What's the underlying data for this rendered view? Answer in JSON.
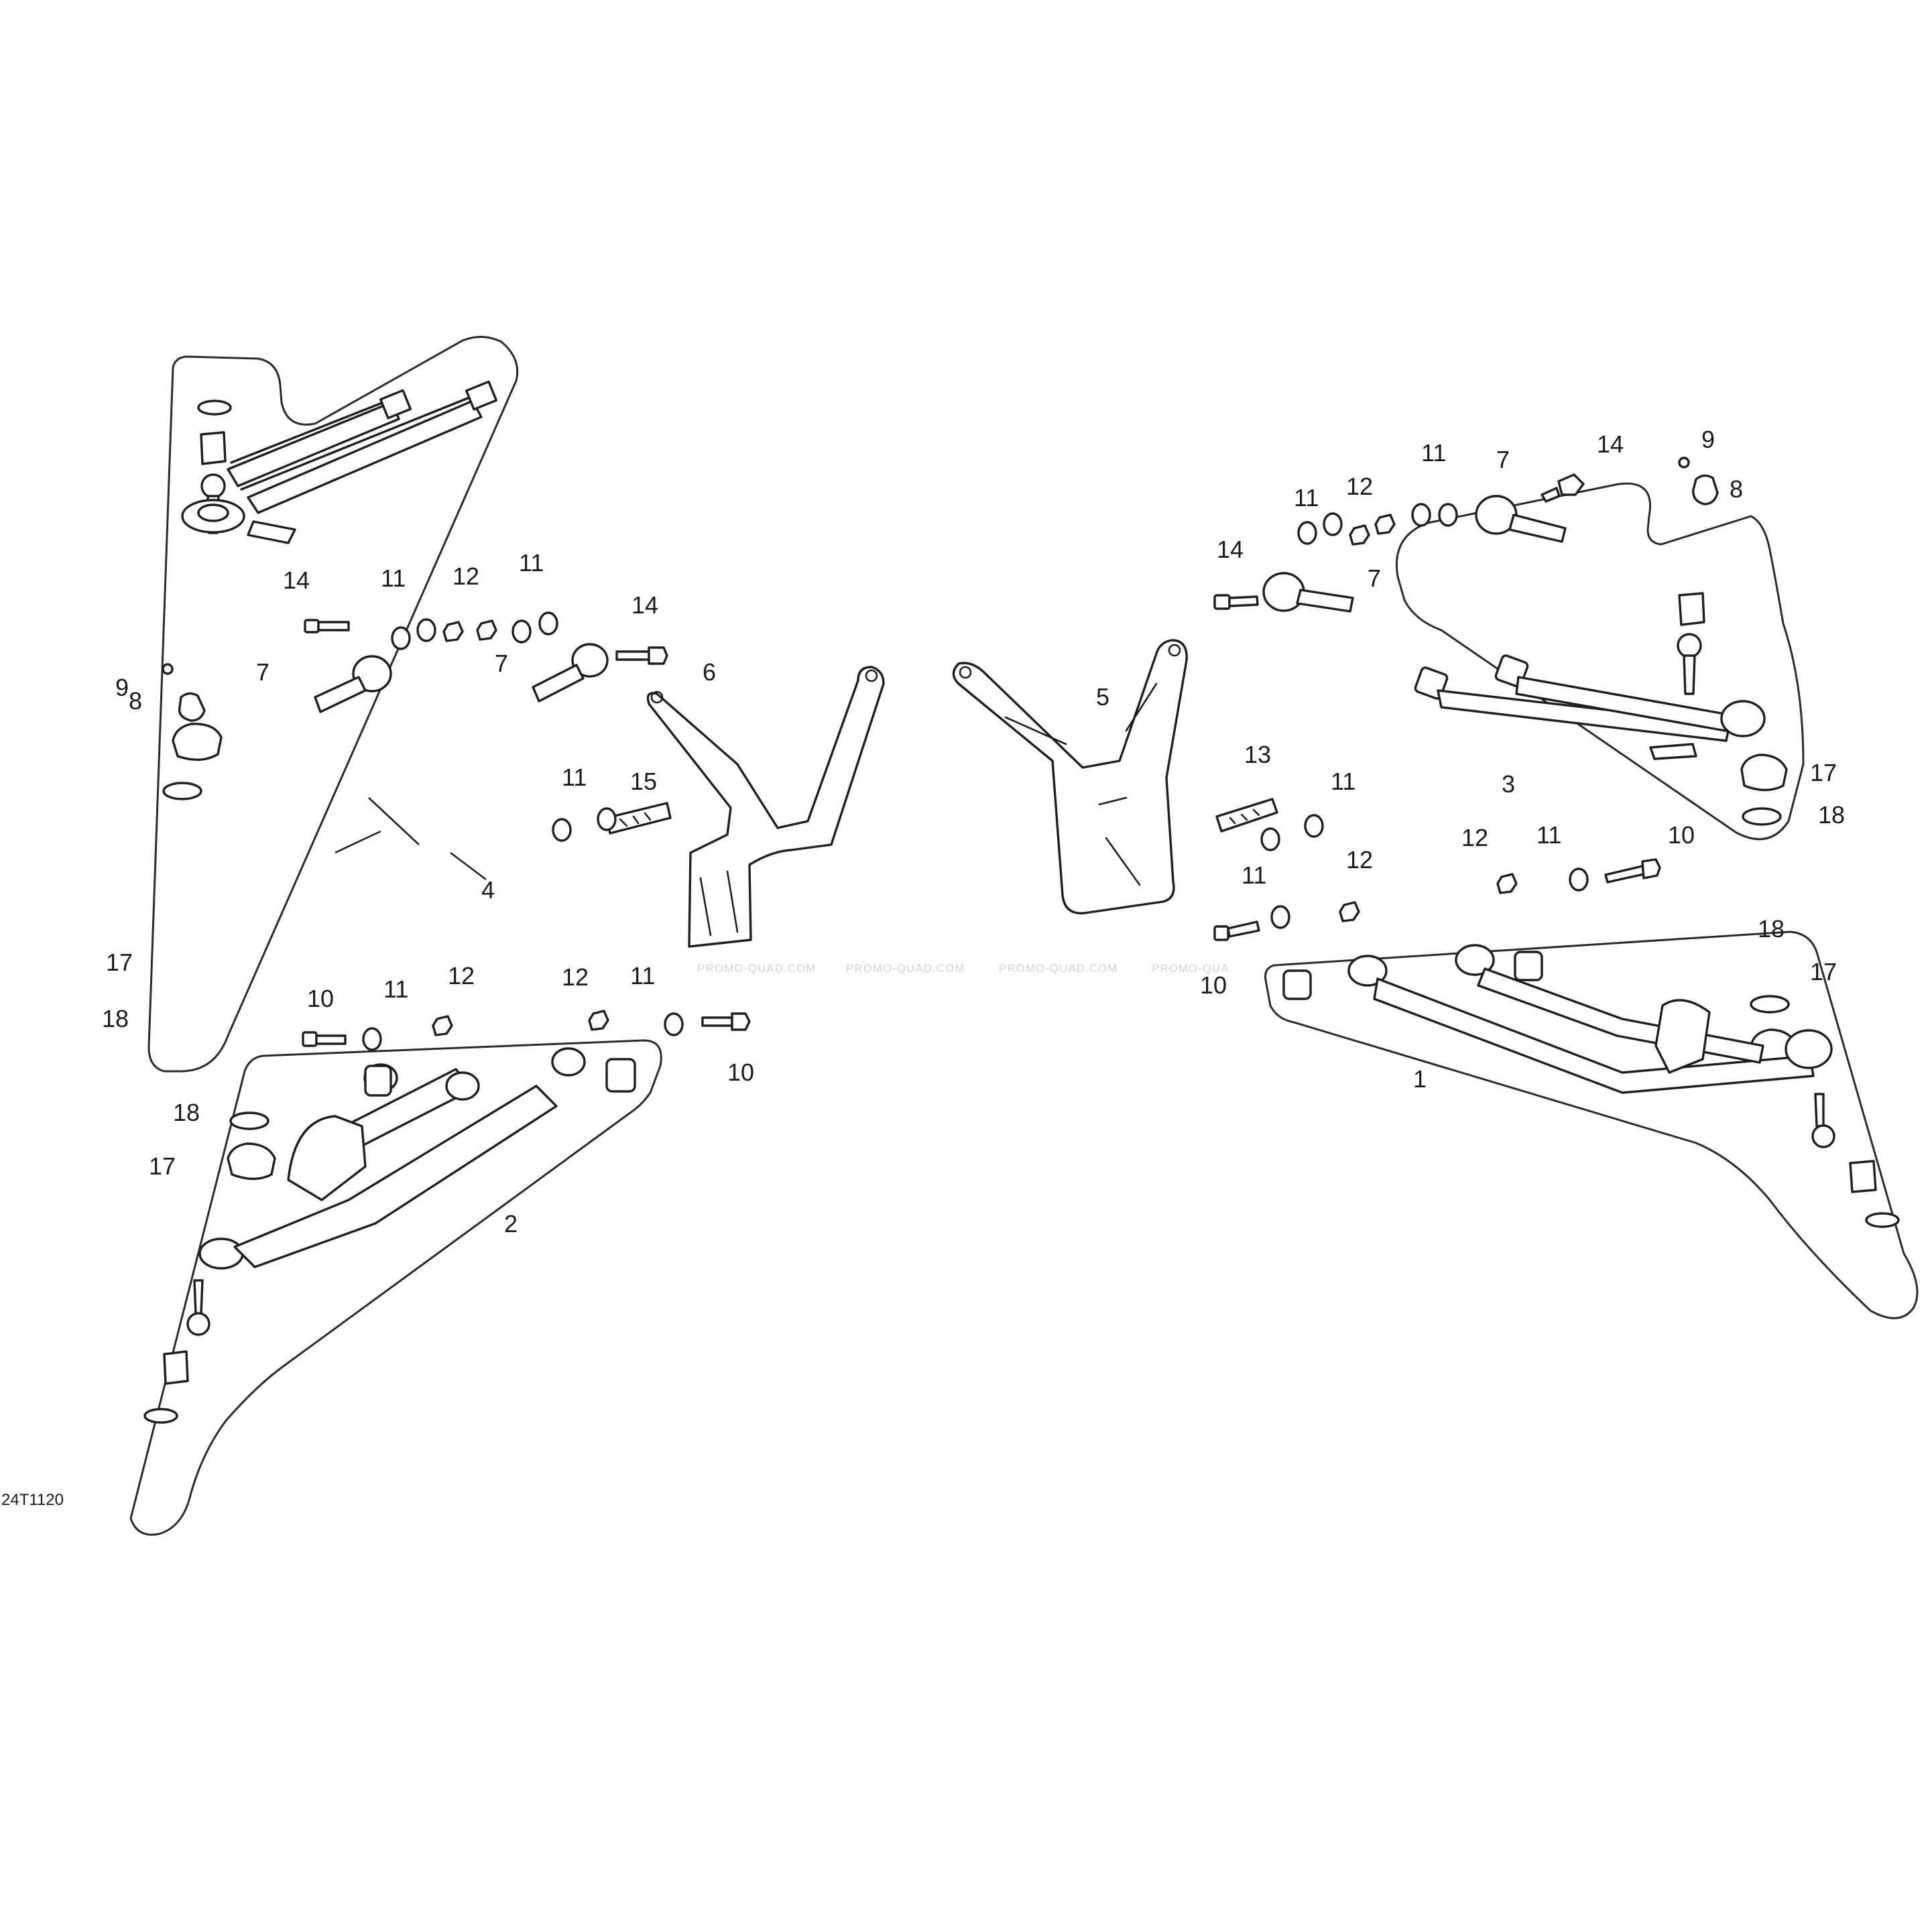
{
  "figure_code": "24T1120",
  "watermarks": [
    "PROMO-QUAD.COM",
    "PROMO-QUAD.COM",
    "PROMO-QUAD.COM",
    "PROMO-QUA"
  ],
  "callouts": {
    "left_upper_arm": "4",
    "left_lower_arm": "2",
    "right_upper_arm": "3",
    "right_lower_arm": "1",
    "left_bracket": "6",
    "right_bracket": "5",
    "left_plate": "15",
    "right_plate": "13",
    "left_clip": "8",
    "left_clip_screw": "9",
    "right_clip": "8",
    "right_clip_screw": "9",
    "left_rod_end_a": "7",
    "left_rod_end_b": "7",
    "right_rod_end_a": "7",
    "right_rod_end_b": "7",
    "left_bolt_a": "14",
    "left_bolt_b": "14",
    "right_bolt_a": "14",
    "right_bolt_b": "14",
    "left_washers_a": "11",
    "left_nuts": "12",
    "left_washers_b": "11",
    "right_washers_a": "11",
    "right_nuts": "12",
    "right_washers_b": "11",
    "left_plate_washer": "11",
    "right_plate_washer": "11",
    "left_boot_upper": "17",
    "left_ring_upper": "18",
    "left_boot_lower": "17",
    "left_ring_lower": "18",
    "right_boot_upper": "17",
    "right_ring_upper": "18",
    "right_boot_lower": "17",
    "right_ring_lower": "18",
    "left_lower_bolt_a": "10",
    "left_lower_washer_a": "11",
    "left_lower_nut_a": "12",
    "left_lower_nut_b": "12",
    "left_lower_washer_b": "11",
    "left_lower_bolt_b": "10",
    "right_lower_bolt_a": "10",
    "right_lower_washer_a": "11",
    "right_lower_nut_a": "12",
    "right_lower_washer_b": "11",
    "right_lower_nut_b": "12",
    "right_lower_bolt_b": "10"
  }
}
